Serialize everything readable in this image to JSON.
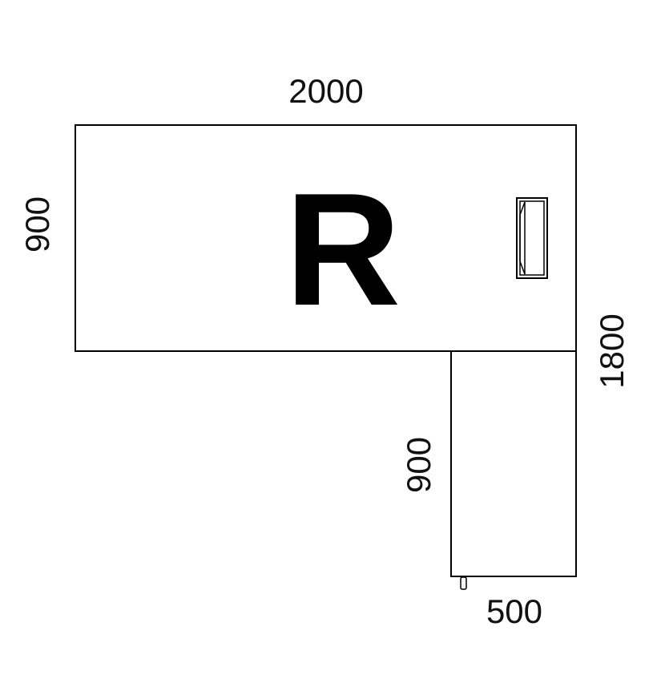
{
  "desk": {
    "orientation_label": "R",
    "dimensions": {
      "top_width": "2000",
      "left_depth": "900",
      "right_total_depth": "1800",
      "return_length": "900",
      "return_width": "500"
    }
  },
  "colors": {
    "line": "#000000",
    "text": "#111111",
    "background": "#ffffff"
  },
  "icons": [
    "cable-port-icon",
    "leveling-foot-icon"
  ]
}
